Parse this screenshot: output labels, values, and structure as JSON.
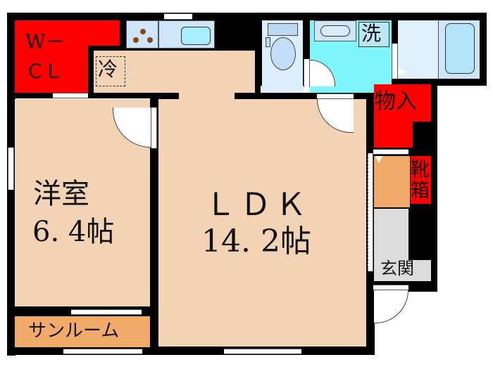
{
  "floor_plan": {
    "rooms": {
      "walk_in_closet": {
        "label_line1": "W－",
        "label_line2": "ＣＬ",
        "color": "#ff0000"
      },
      "refrigerator": {
        "label": "冷"
      },
      "western_room": {
        "label": "洋室",
        "size": "6. 4帖",
        "color": "#f2d3b6"
      },
      "ldk": {
        "label": "ＬＤＫ",
        "size": "14. 2帖",
        "color": "#f2d3b6"
      },
      "laundry": {
        "label": "洗",
        "color": "#7ff6fb"
      },
      "storage": {
        "label": "物入",
        "color": "#ff0000"
      },
      "shoe_box": {
        "label_line1": "靴",
        "label_line2": "箱",
        "color": "#ff0000"
      },
      "entrance": {
        "label": "玄関",
        "color": "#dcdcdc"
      },
      "sunroom": {
        "label": "サンルーム",
        "color": "#f2aa6b"
      }
    },
    "colors": {
      "wall": "#000000",
      "floor": "#f2d3b6",
      "closet": "#ff0000",
      "wet_area": "#cfe6fa",
      "washroom": "#7ff6fb",
      "sunroom": "#f2aa6b",
      "entrance": "#dcdcdc"
    }
  }
}
